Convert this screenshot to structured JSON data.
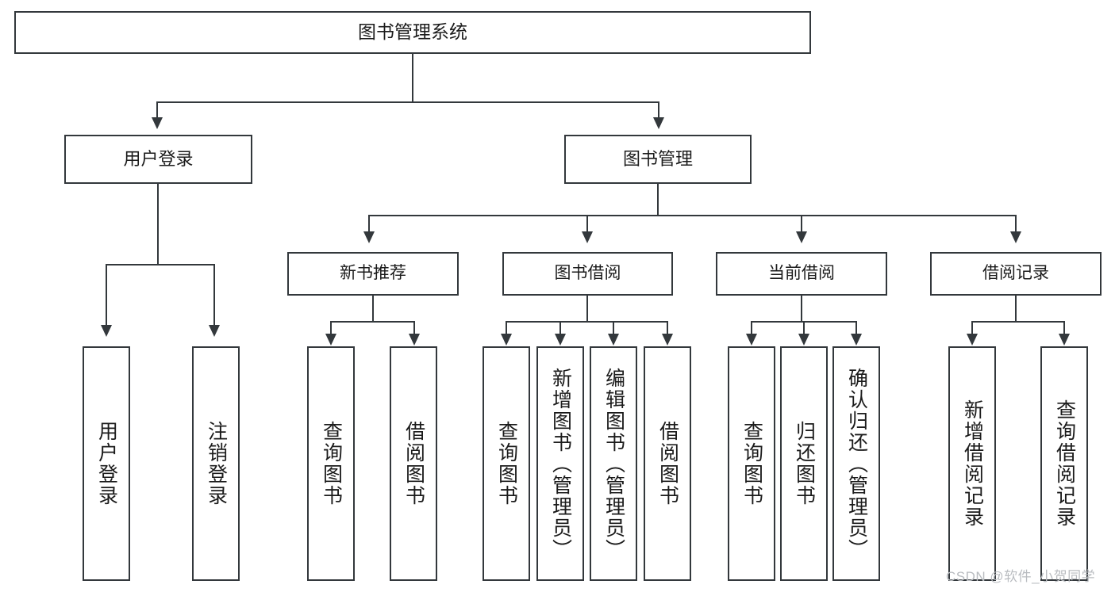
{
  "diagram": {
    "title": "图书管理系统",
    "type": "hierarchy-tree",
    "root": {
      "id": "root",
      "label": "图书管理系统"
    },
    "level2": [
      {
        "id": "user-login",
        "label": "用户登录"
      },
      {
        "id": "book-management",
        "label": "图书管理"
      }
    ],
    "level3": [
      {
        "id": "new-book-recommend",
        "label": "新书推荐"
      },
      {
        "id": "book-borrow",
        "label": "图书借阅"
      },
      {
        "id": "current-borrow",
        "label": "当前借阅"
      },
      {
        "id": "borrow-record",
        "label": "借阅记录"
      }
    ],
    "leaves": {
      "user_login": [
        {
          "id": "leaf-user-login",
          "label": "用户登录"
        },
        {
          "id": "leaf-logout",
          "label": "注销登录"
        }
      ],
      "new_book_recommend": [
        {
          "id": "leaf-query-book-1",
          "label": "查询图书"
        },
        {
          "id": "leaf-borrow-book-1",
          "label": "借阅图书"
        }
      ],
      "book_borrow": [
        {
          "id": "leaf-query-book-2",
          "label": "查询图书"
        },
        {
          "id": "leaf-add-book",
          "label": "新增图书（管理员）"
        },
        {
          "id": "leaf-edit-book",
          "label": "编辑图书（管理员）"
        },
        {
          "id": "leaf-borrow-book-2",
          "label": "借阅图书"
        }
      ],
      "current_borrow": [
        {
          "id": "leaf-query-book-3",
          "label": "查询图书"
        },
        {
          "id": "leaf-return-book",
          "label": "归还图书"
        },
        {
          "id": "leaf-confirm-return",
          "label": "确认归还（管理员）"
        }
      ],
      "borrow_record": [
        {
          "id": "leaf-add-record",
          "label": "新增借阅记录"
        },
        {
          "id": "leaf-query-record",
          "label": "查询借阅记录"
        }
      ]
    }
  },
  "watermark": {
    "text": "CSDN @软件_小贺同学"
  },
  "colors": {
    "stroke": "#33383c",
    "background": "#ffffff",
    "text": "#1b1b1b",
    "watermark": "#b9bcc0"
  }
}
